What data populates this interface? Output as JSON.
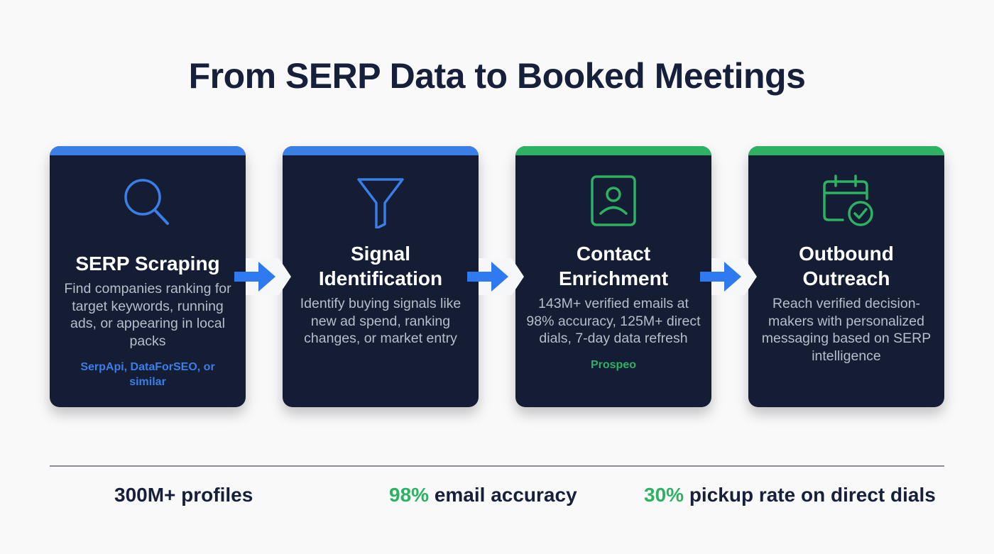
{
  "title": "From SERP Data to Booked Meetings",
  "colors": {
    "blue": "#3a7ee8",
    "green": "#2db163",
    "card_bg": "#141d33",
    "title": "#17203a"
  },
  "steps": [
    {
      "icon": "search-icon",
      "title": "SERP Scraping",
      "description": "Find companies ranking for target keywords, running ads, or appearing in local packs",
      "tool": "SerpApi, DataForSEO, or similar",
      "accent": "blue"
    },
    {
      "icon": "funnel-icon",
      "title": "Signal Identification",
      "description": "Identify buying signals like new ad spend, ranking changes, or market entry",
      "tool": "",
      "accent": "blue"
    },
    {
      "icon": "contact-card-icon",
      "title": "Contact Enrichment",
      "description": "143M+ verified emails at 98% accuracy, 125M+ direct dials, 7-day data refresh",
      "tool": "Prospeo",
      "accent": "green"
    },
    {
      "icon": "calendar-check-icon",
      "title": "Outbound Outreach",
      "description": "Reach verified decision-makers with personalized messaging based on SERP intelligence",
      "tool": "",
      "accent": "green"
    }
  ],
  "stats": [
    {
      "highlight": "",
      "text": "300M+ profiles"
    },
    {
      "highlight": "98%",
      "text": " email accuracy"
    },
    {
      "highlight": "30%",
      "text": " pickup rate on direct dials"
    }
  ]
}
